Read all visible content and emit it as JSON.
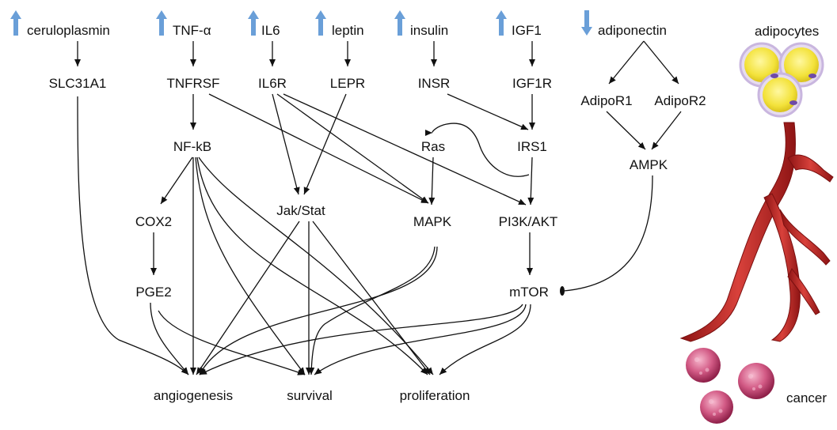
{
  "arrow_colors": {
    "up": "#6a9fd8",
    "down": "#6a9fd8",
    "edge": "#111111"
  },
  "factors": [
    {
      "id": "ceruloplasmin",
      "label": "ceruloplasmin",
      "direction": "up",
      "arrow_icon": "arrow-up-icon"
    },
    {
      "id": "tnf",
      "label": "TNF-α",
      "direction": "up",
      "arrow_icon": "arrow-up-icon"
    },
    {
      "id": "il6",
      "label": "IL6",
      "direction": "up",
      "arrow_icon": "arrow-up-icon"
    },
    {
      "id": "leptin",
      "label": "leptin",
      "direction": "up",
      "arrow_icon": "arrow-up-icon"
    },
    {
      "id": "insulin",
      "label": "insulin",
      "direction": "up",
      "arrow_icon": "arrow-up-icon"
    },
    {
      "id": "igf1",
      "label": "IGF1",
      "direction": "up",
      "arrow_icon": "arrow-up-icon"
    },
    {
      "id": "adiponectin",
      "label": "adiponectin",
      "direction": "down",
      "arrow_icon": "arrow-down-icon"
    }
  ],
  "nodes": {
    "slc31a1": "SLC31A1",
    "tnfrsf": "TNFRSF",
    "il6r": "IL6R",
    "lepr": "LEPR",
    "insr": "INSR",
    "igf1r": "IGF1R",
    "adipor1": "AdipoR1",
    "adipor2": "AdipoR2",
    "nfkb": "NF-kB",
    "ras": "Ras",
    "irs1": "IRS1",
    "ampk": "AMPK",
    "jakstat": "Jak/Stat",
    "cox2": "COX2",
    "mapk": "MAPK",
    "pi3k": "PI3K/AKT",
    "pge2": "PGE2",
    "mtor": "mTOR"
  },
  "outcomes": {
    "angiogenesis": "angiogenesis",
    "survival": "survival",
    "proliferation": "proliferation"
  },
  "illustrations": {
    "adipocytes": {
      "label": "adipocytes",
      "icon": "adipocytes-icon",
      "cell_color": "#f3e23a",
      "membrane_color": "#c9b6df"
    },
    "vessels": {
      "icon": "blood-vessel-icon",
      "color": "#b52a2a"
    },
    "cancer": {
      "label": "cancer",
      "icon": "cancer-cell-icon",
      "color": "#c2426c"
    }
  }
}
